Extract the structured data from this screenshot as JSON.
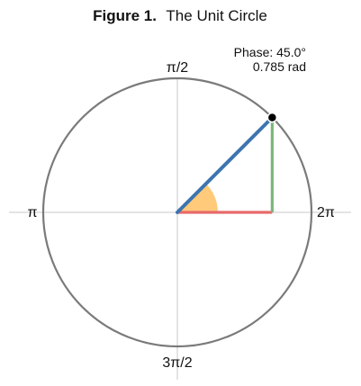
{
  "figure": {
    "label": "Figure 1.",
    "title": "The Unit Circle"
  },
  "angle_labels": {
    "top": "π/2",
    "left": "π",
    "right": "2π",
    "bottom": "3π/2"
  },
  "phase": {
    "degrees_text": "Phase: 45.0°",
    "radians_text": "0.785 rad",
    "angle_degrees": 45.0
  },
  "colors": {
    "circle": "#7a7a7a",
    "axes": "#c8c8c8",
    "radius": "#3d75b0",
    "sine": "#7ab77a",
    "cosine": "#e86a6a",
    "angle_wedge": "#ffca7a",
    "point": "#000000"
  }
}
